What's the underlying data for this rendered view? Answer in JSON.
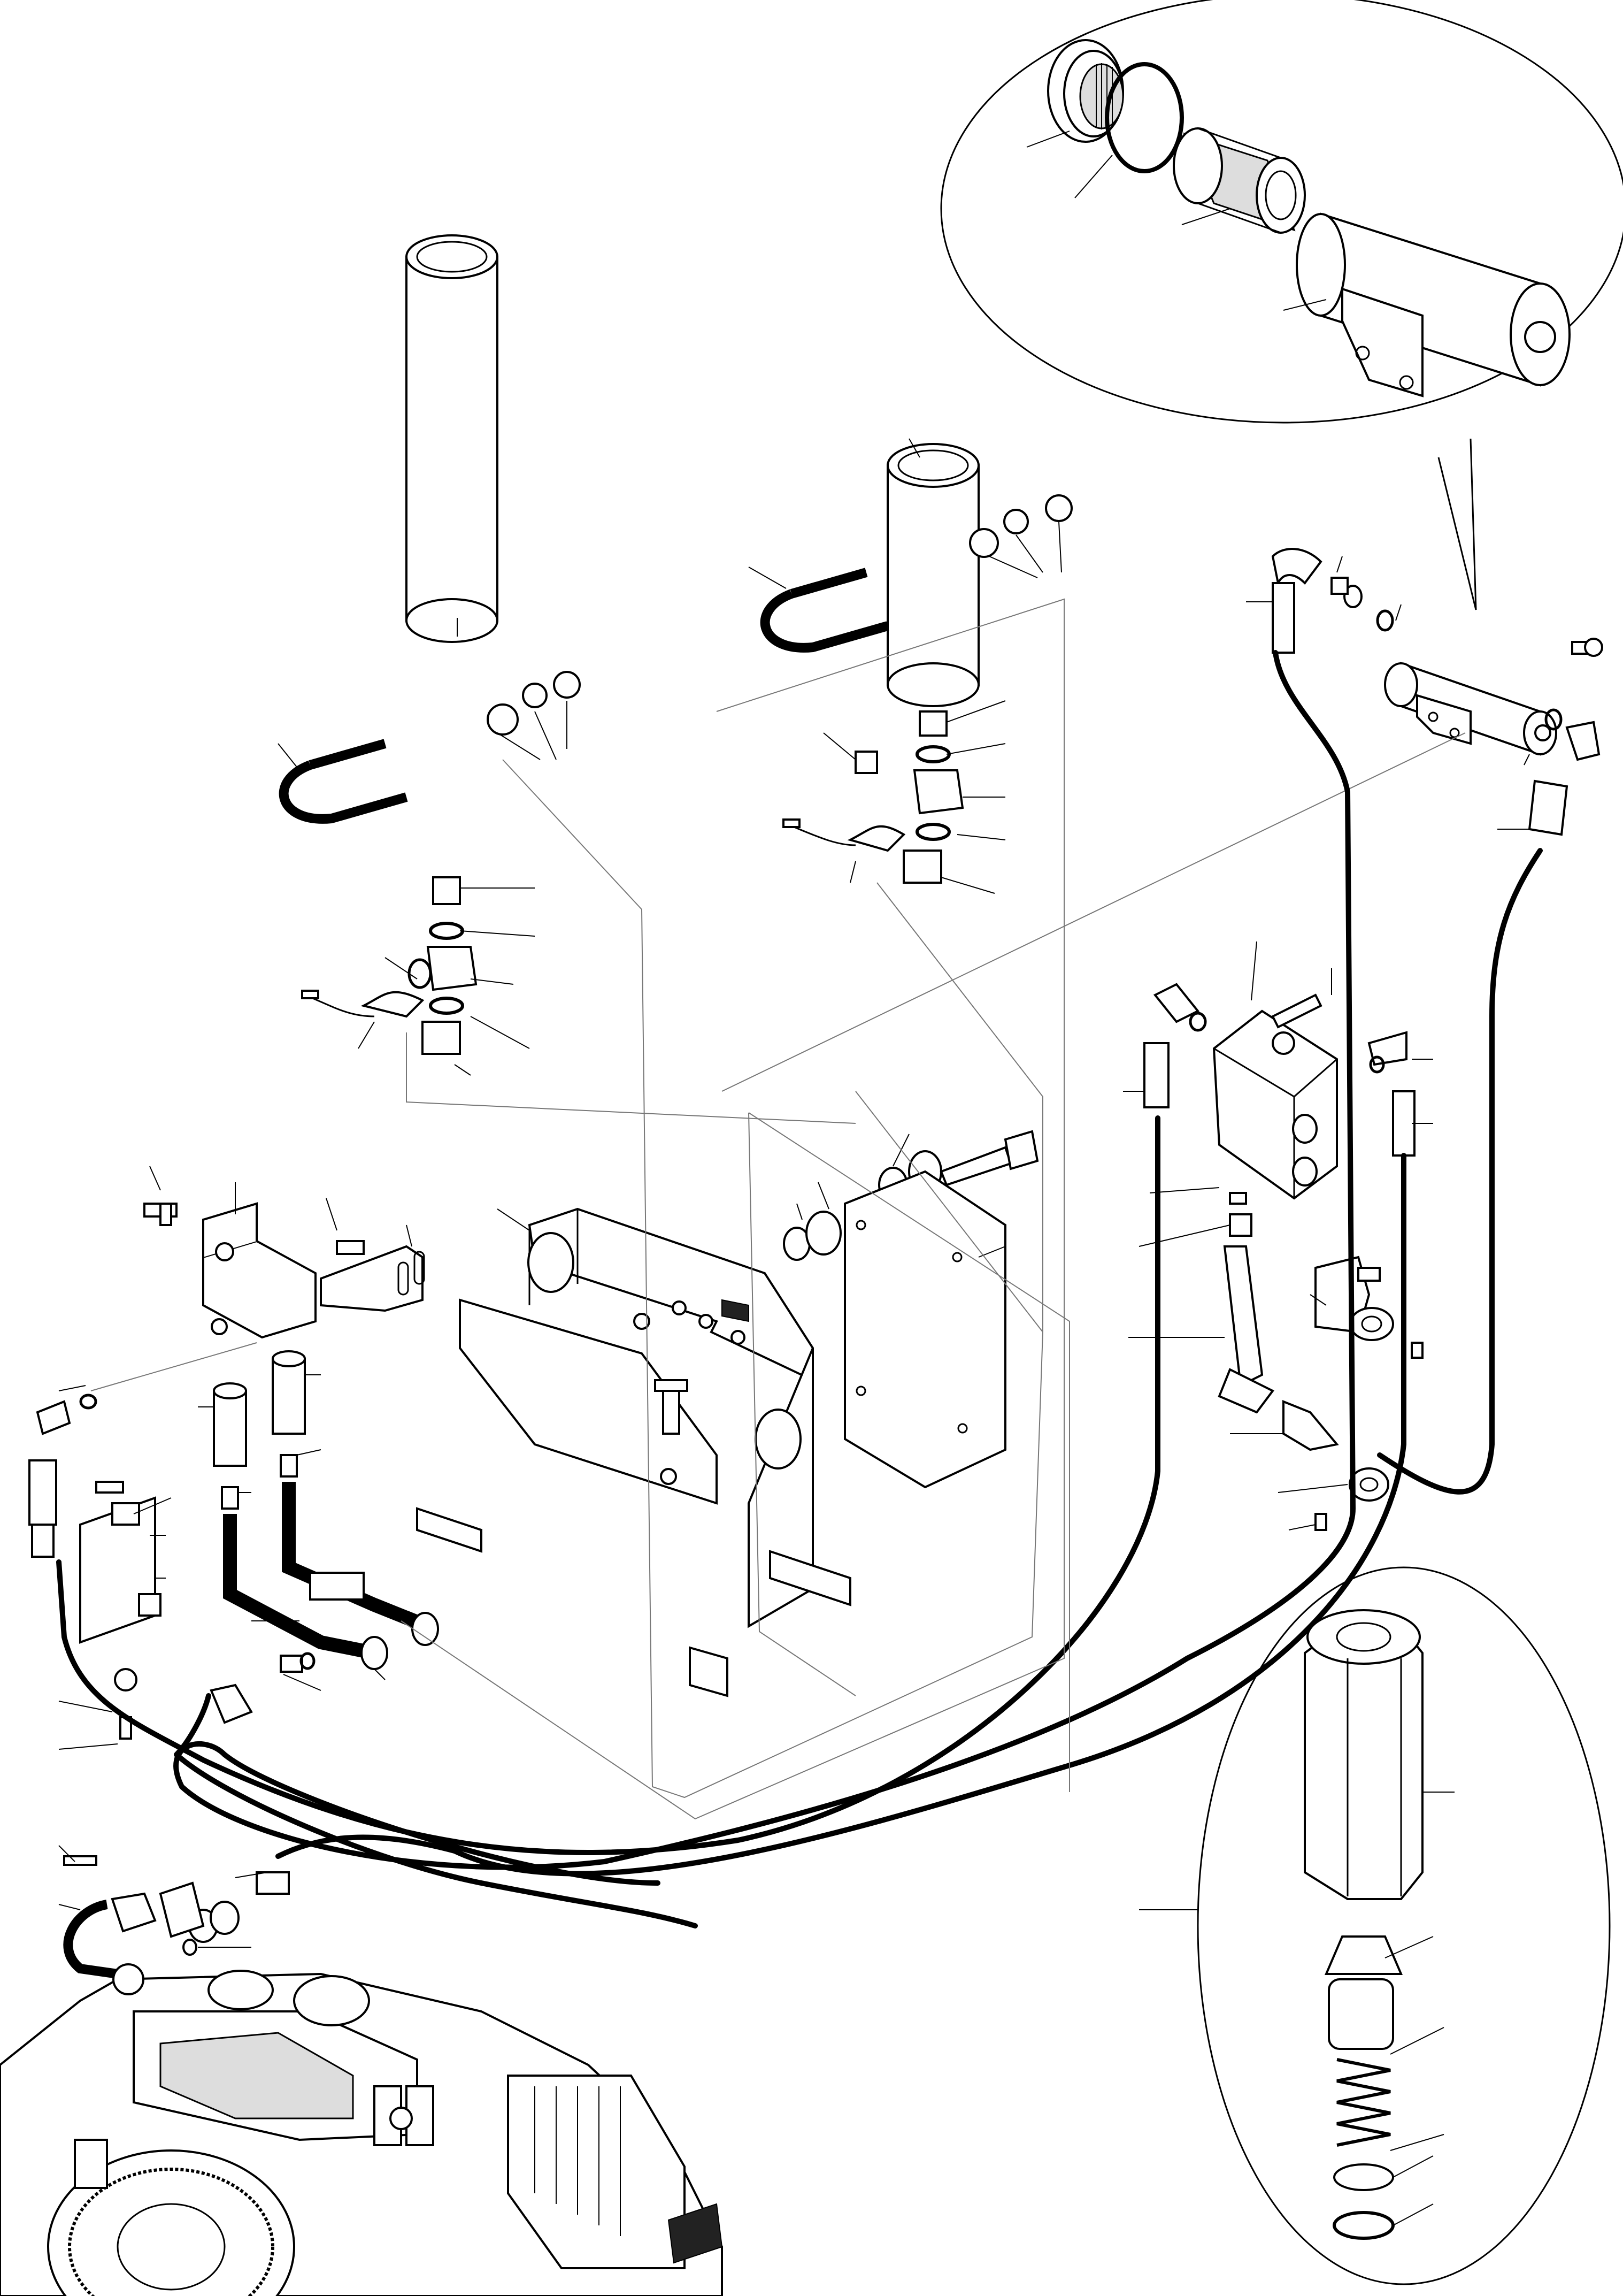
{
  "diagram": {
    "kind": "exploded-parts-view",
    "printed_labels": [],
    "hoses": [
      "return-hose-1",
      "return-hose-2",
      "return-hose-3",
      "return-hose-4"
    ],
    "detail_views": [
      "filter-cartridge-detail",
      "check-valve-detail"
    ]
  }
}
